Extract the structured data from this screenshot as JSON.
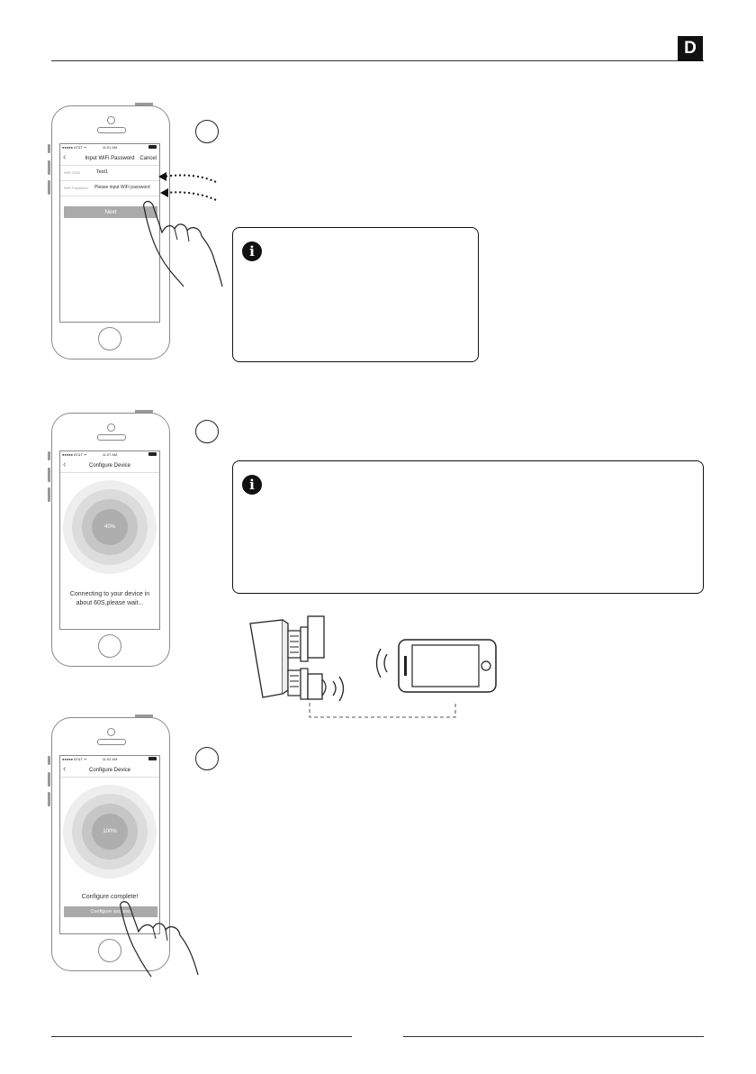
{
  "header": {
    "badge": "D"
  },
  "phone1": {
    "status_left": "●●●●● AT&T ᯤ",
    "status_time": "11:01 AM",
    "title": "Input WiFi Password",
    "cancel": "Cancel",
    "ssid_label": "WiFi SSID",
    "ssid_value": "Test1",
    "password_label": "WiFi Password",
    "password_placeholder": "Please input WiFi password",
    "next_button": "Next"
  },
  "phone2": {
    "status_left": "●●●●● AT&T ᯤ",
    "status_time": "11:07 AM",
    "title": "Configure Device",
    "progress": "40%",
    "progress_value": 40,
    "message_line1": "Connecting to your device in",
    "message_line2": "about 60S,please wait..."
  },
  "phone3": {
    "status_left": "●●●●● AT&T ᯤ",
    "status_time": "11:02 AM",
    "title": "Configure Device",
    "progress": "100%",
    "progress_value": 100,
    "message": "Configure complete!",
    "button": "Configure success"
  },
  "icons": {
    "info": "i",
    "back": "‹"
  }
}
